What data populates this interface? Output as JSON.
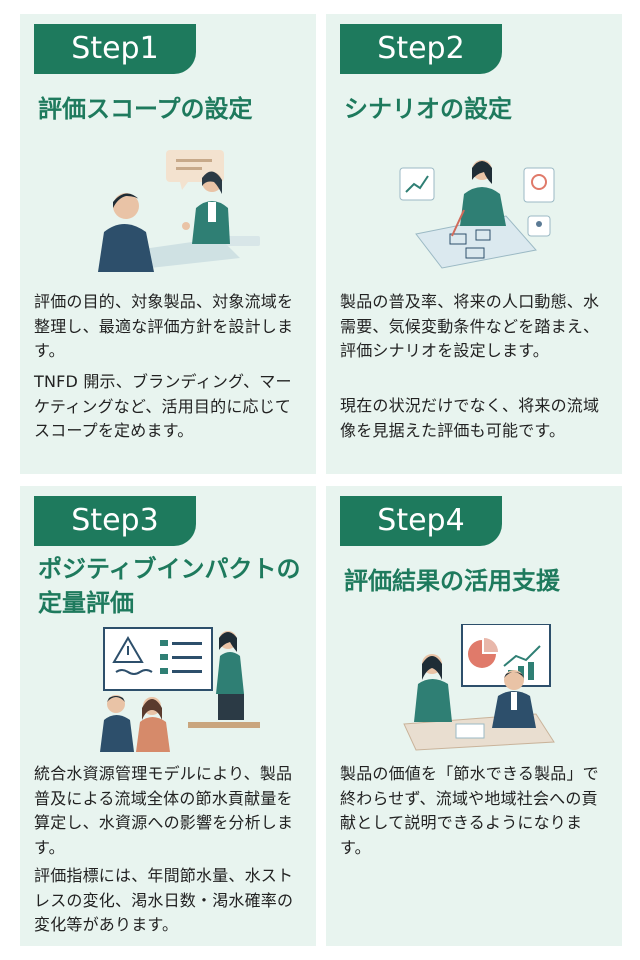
{
  "steps": [
    {
      "label": "Step1",
      "title": "評価スコープの設定",
      "paragraphs": [
        "評価の目的、対象製品、対象流域を整理し、最適な評価方針を設計します。",
        "TNFD 開示、ブランディング、マーケティングなど、活用目的に応じてスコープを定めます。"
      ]
    },
    {
      "label": "Step2",
      "title": "シナリオの設定",
      "paragraphs": [
        "製品の普及率、将来の人口動態、水需要、気候変動条件などを踏まえ、評価シナリオを設定します。",
        "現在の状況だけでなく、将来の流域像を見据えた評価も可能です。"
      ]
    },
    {
      "label": "Step3",
      "title": "ポジティブインパクトの定量評価",
      "paragraphs": [
        "統合水資源管理モデルにより、製品普及による流域全体の節水貢献量を算定し、水資源への影響を分析します。",
        "評価指標には、年間節水量、水ストレスの変化、渇水日数・渇水確率の変化等があります。"
      ]
    },
    {
      "label": "Step4",
      "title": "評価結果の活用支援",
      "paragraphs": [
        "製品の価値を「節水できる製品」で終わらせず、流域や地域社会への貢献として説明できるようになります。"
      ]
    }
  ],
  "colors": {
    "accent": "#1e7a5d",
    "card_bg": "#e8f4ef",
    "text": "#222222"
  },
  "illustrations": [
    "consultation-meeting-illustration",
    "scenario-planning-illustration",
    "presentation-illustration",
    "results-discussion-illustration"
  ]
}
